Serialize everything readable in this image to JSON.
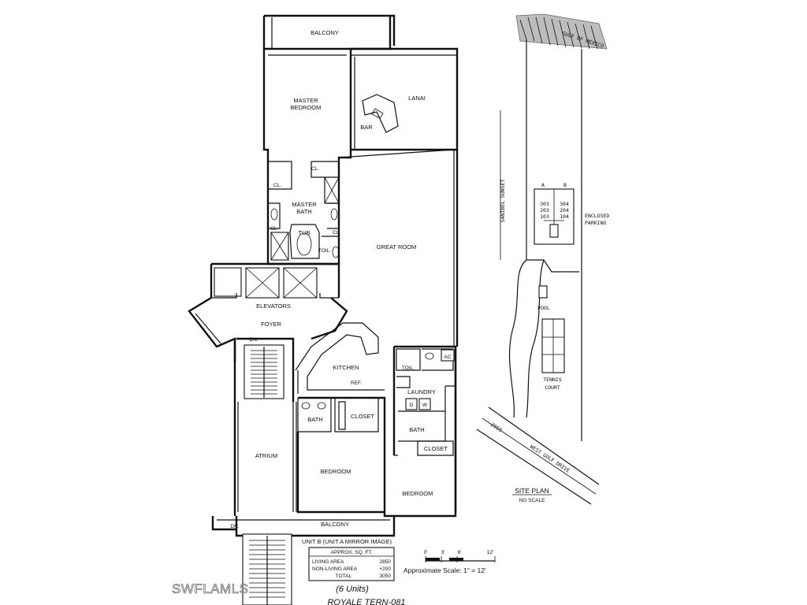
{
  "floor_plan": {
    "rooms": {
      "balcony_top": "BALCONY",
      "master_bedroom_1": "MASTER",
      "master_bedroom_2": "BEDROOM",
      "lanai": "LANAI",
      "bar": "BAR",
      "closet_1": "CL.",
      "closet_2": "CL.",
      "closet_3": "CL.",
      "closet_4": "CL.",
      "master_bath_1": "MASTER",
      "master_bath_2": "BATH",
      "tub": "TUB",
      "toilet_master": "TOIL.",
      "great_room": "GREAT ROOM",
      "elevators": "ELEVATORS",
      "foyer": "FOYER",
      "down_top": "DN.",
      "kitchen": "KITCHEN",
      "refrigerator": "REF.",
      "toilet_small": "TOIL.",
      "ac": "AC",
      "laundry": "LAUNDRY",
      "dryer": "D",
      "washer": "W",
      "bath_left": "BATH",
      "closet_left": "CLOSET",
      "bath_right": "BATH",
      "closet_right": "CLOSET",
      "atrium": "ATRIUM",
      "bedroom_left": "BEDROOM",
      "bedroom_right": "BEDROOM",
      "down_bottom": "DN.",
      "balcony_bottom": "BALCONY"
    },
    "unit_caption": "UNIT B (UNIT A MIRROR IMAGE)",
    "area_table": {
      "header": "APPROX. SQ. FT.",
      "rows": [
        {
          "label": "LIVING AREA",
          "value": "2850"
        },
        {
          "label": "NON-LIVING AREA",
          "value": "+200"
        },
        {
          "label": "TOTAL",
          "value": "3050"
        }
      ]
    },
    "scale": {
      "ticks": [
        "0'",
        "3'",
        "6'",
        "12'"
      ],
      "text": "Approximate Scale: 1\" = 12'"
    },
    "units_note": "(6 Units)",
    "building_name": "ROYALE TERN-081"
  },
  "site_plan": {
    "gulf": "GULF OF MEXICO",
    "street": "SANIBEL SUNSET",
    "column_a": "A",
    "column_b": "B",
    "units_a": [
      "303",
      "203",
      "103"
    ],
    "units_b": [
      "304",
      "204",
      "104"
    ],
    "enclosed_parking_1": "ENCLOSED",
    "enclosed_parking_2": "PARKING",
    "pool": "POOL",
    "tennis_1": "TENNIS",
    "tennis_2": "COURT",
    "address_number": "2959",
    "drive": "WEST GULF DRIVE",
    "title": "SITE PLAN",
    "subtitle": "NO SCALE"
  },
  "watermark": "SWFLAMLS"
}
